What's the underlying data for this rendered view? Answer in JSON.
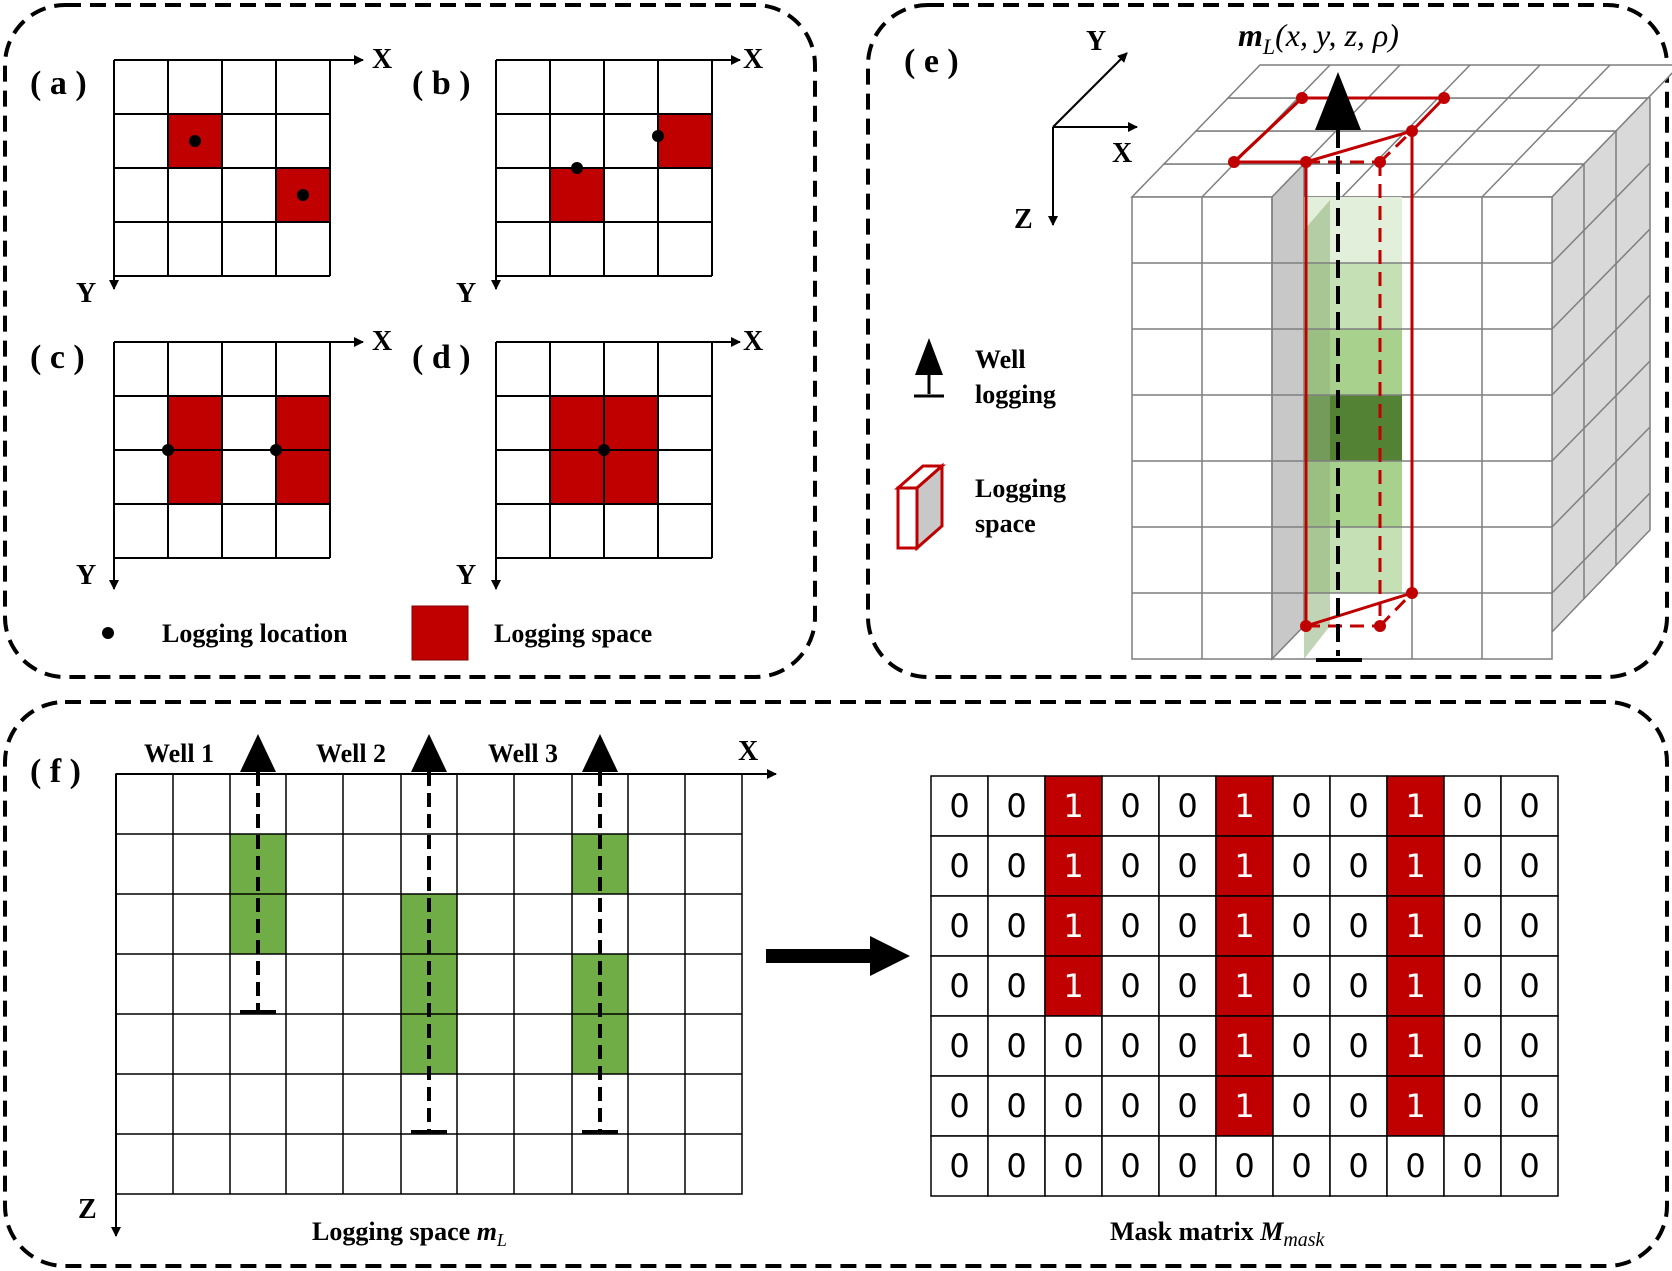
{
  "colors": {
    "red": "#c00000",
    "green": "#70ad47",
    "light_green": "#a9d18e",
    "pale_green": "#e2efda",
    "dark_green": "#548235",
    "grey_side": "#d0d0d0",
    "grid": "#000000"
  },
  "panel_a": {
    "label": "( a )",
    "x_axis": "X",
    "y_axis": "Y"
  },
  "panel_b": {
    "label": "( b )",
    "x_axis": "X",
    "y_axis": "Y"
  },
  "panel_c": {
    "label": "( c )",
    "x_axis": "X",
    "y_axis": "Y"
  },
  "panel_d": {
    "label": "( d )",
    "x_axis": "X",
    "y_axis": "Y"
  },
  "legend_top": {
    "location": "Logging location",
    "space": "Logging space"
  },
  "panel_e": {
    "label": "( e )",
    "title_main": "m",
    "title_sub": "L",
    "title_args": "(x, y, z, ρ)",
    "axis_y": "Y",
    "axis_x": "X",
    "axis_z": "Z",
    "legend_well_1": "Well",
    "legend_well_2": "logging",
    "legend_space_1": "Logging",
    "legend_space_2": "space"
  },
  "panel_f": {
    "label": "( f )",
    "wells": [
      "Well 1",
      "Well 2",
      "Well 3"
    ],
    "x_axis": "X",
    "z_axis": "Z",
    "left_caption": "Logging space ",
    "left_caption_var": "m",
    "left_caption_sub": "L",
    "right_caption": "Mask matrix ",
    "right_caption_var": "M",
    "right_caption_sub": "mask"
  },
  "mask_matrix": [
    [
      0,
      0,
      1,
      0,
      0,
      1,
      0,
      0,
      1,
      0,
      0
    ],
    [
      0,
      0,
      1,
      0,
      0,
      1,
      0,
      0,
      1,
      0,
      0
    ],
    [
      0,
      0,
      1,
      0,
      0,
      1,
      0,
      0,
      1,
      0,
      0
    ],
    [
      0,
      0,
      1,
      0,
      0,
      1,
      0,
      0,
      1,
      0,
      0
    ],
    [
      0,
      0,
      0,
      0,
      0,
      1,
      0,
      0,
      1,
      0,
      0
    ],
    [
      0,
      0,
      0,
      0,
      0,
      1,
      0,
      0,
      1,
      0,
      0
    ],
    [
      0,
      0,
      0,
      0,
      0,
      0,
      0,
      0,
      0,
      0,
      0
    ]
  ]
}
